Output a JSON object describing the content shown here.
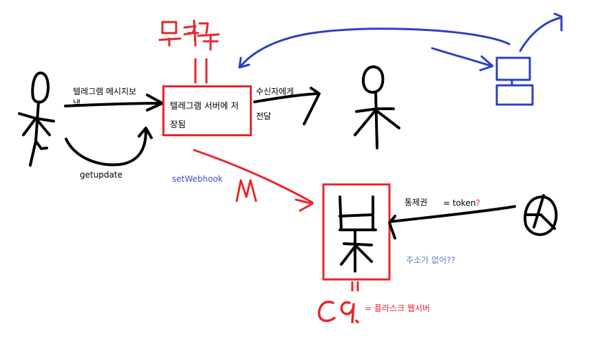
{
  "labels": {
    "user_message": "텔레그램 메시지보\n냄",
    "getupdate": "getupdate",
    "server_box": "텔레그램 서버에 저\n장됨",
    "forward": "수신자에게\n전달",
    "setwebhook": "setWebhook",
    "control": "통제권",
    "token": "= token",
    "token_q": "?",
    "no_address": "주소가 없어??",
    "flask": "= 플라스크 웹서버",
    "handwritten_top": "무체국",
    "handwritten_m": "M",
    "handwritten_c9": "C9."
  },
  "colors": {
    "black_ink": "#000000",
    "red_ink": "#e8252b",
    "blue_ink": "#2b3fc4",
    "note_blue": "#5b7fb8",
    "webhook_blue": "#3b4ec8"
  }
}
